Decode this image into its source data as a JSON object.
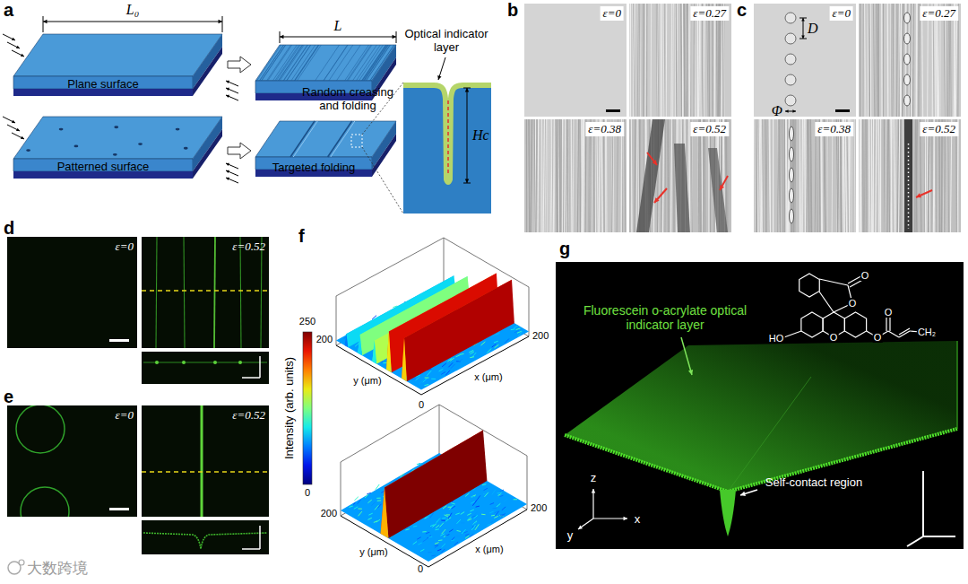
{
  "diagram": {
    "labels": [
      "a",
      "L₀",
      "L",
      "Optical indicator layer",
      "Plane surface",
      "Random creasing and folding",
      "Patterned surface",
      "Targeted folding",
      "Hc",
      "b",
      "ε=0",
      "ε=0.27",
      "ε=0.38",
      "ε=0.52",
      "c",
      "ε=0",
      "ε=0.27",
      "ε=0.38",
      "ε=0.52",
      "D",
      "Φ",
      "d",
      "ε=0",
      "ε=0.52",
      "e",
      "ε=0",
      "ε=0.52",
      "f",
      "Intensity (arb. units)",
      "250",
      "0",
      "200",
      "y (μm)",
      "0",
      "x (μm)",
      "200",
      "200",
      "y (μm)",
      "0",
      "x (μm)",
      "200",
      "g",
      "Fluorescein o-acrylate optical indicator layer",
      "Self-contact region",
      "z",
      "y",
      "x",
      "HO",
      "O",
      "O",
      "O",
      "O",
      "O",
      "CH₂",
      "大数跨境"
    ]
  }
}
